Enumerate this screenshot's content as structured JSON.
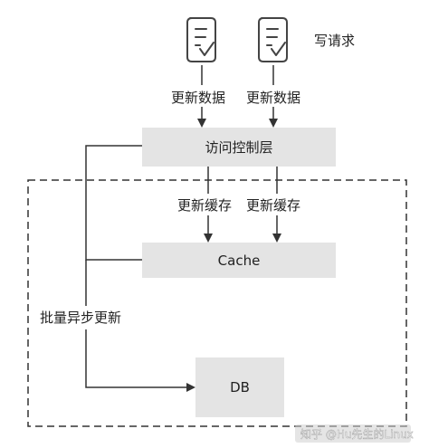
{
  "diagram": {
    "request_label": "写请求",
    "update_data_labels": [
      "更新数据",
      "更新数据"
    ],
    "access_layer_label": "访问控制层",
    "update_cache_labels": [
      "更新缓存",
      "更新缓存"
    ],
    "cache_label": "Cache",
    "batch_async_label": "批量异步更新",
    "db_label": "DB",
    "watermark": "知乎 @Hu先生的Linux",
    "colors": {
      "box_fill": "#e4e4e4",
      "line": "#3a3a3a",
      "dashed_border": "#333333",
      "icon_stroke": "#444444"
    }
  }
}
